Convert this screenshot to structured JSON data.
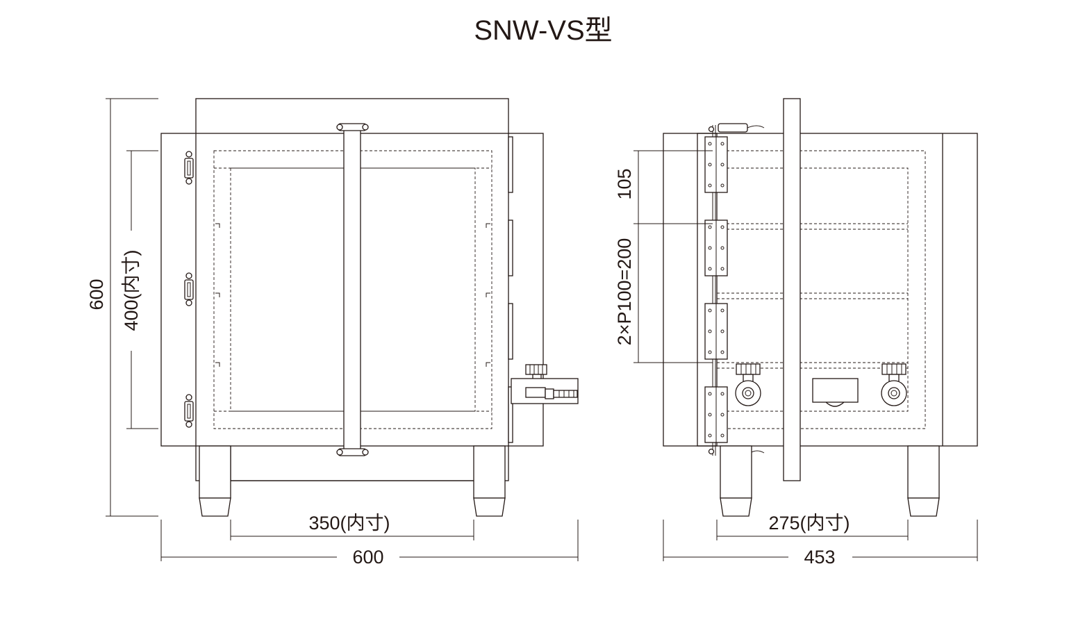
{
  "title": "SNW-VS型",
  "front_view": {
    "height_total": "600",
    "height_inner": "400(内寸)",
    "width_inner": "350(内寸)",
    "width_total": "600"
  },
  "side_view": {
    "pitch_top": "105",
    "pitch_shelves": "2×P100=200",
    "depth_inner": "275(内寸)",
    "depth_total": "453"
  },
  "colors": {
    "line": "#231815",
    "background": "#ffffff"
  }
}
